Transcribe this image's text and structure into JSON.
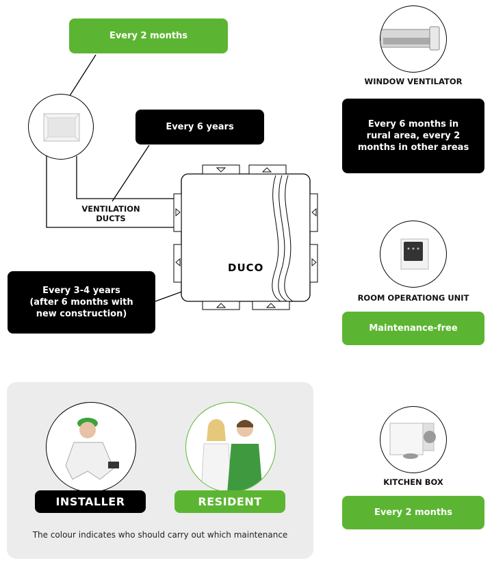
{
  "colors": {
    "green": "#5cb532",
    "black": "#000000",
    "panel": "#ececec"
  },
  "callouts": {
    "grille_interval": "Every 2 months",
    "ducts_interval": "Every 6 years",
    "unit_interval": "Every 3-4 years\n(after 6 months with\nnew construction)",
    "window_interval": "Every 6 months in\nrural area, every 2\nmonths in other areas",
    "room_unit_interval": "Maintenance-free",
    "kitchen_interval": "Every 2 months"
  },
  "labels": {
    "ventilation_ducts": "VENTILATION\nDUCTS",
    "window_ventilator": "WINDOW VENTILATOR",
    "room_operating_unit": "ROOM OPERATIONG UNIT",
    "kitchen_box": "KITCHEN BOX",
    "brand": "DUCO"
  },
  "legend": {
    "installer": "INSTALLER",
    "resident": "RESIDENT",
    "note": "The colour indicates who should carry out which maintenance"
  },
  "icons": {
    "grille": "ceiling-grille-icon",
    "window": "window-ventilator-icon",
    "room_unit": "control-panel-icon",
    "kitchen": "kitchen-box-icon",
    "installer": "installer-person-icon",
    "resident": "resident-people-icon"
  }
}
